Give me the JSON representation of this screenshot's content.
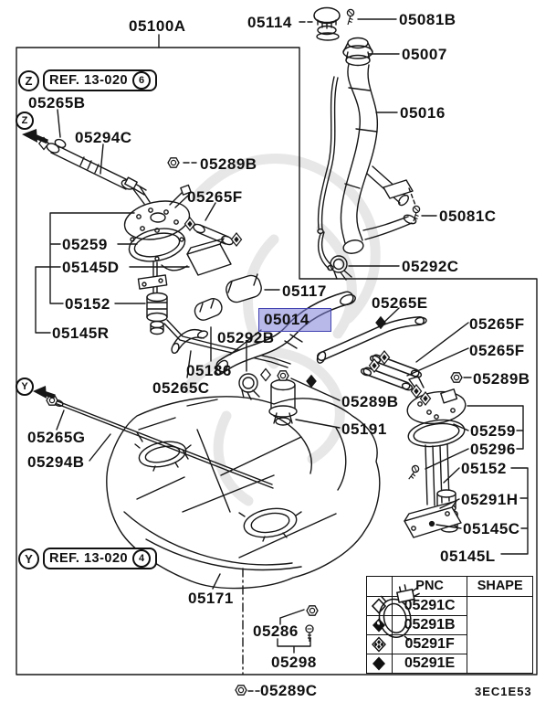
{
  "page": {
    "diagram_code": "3EC1E53"
  },
  "highlight": {
    "selected_part": "05014",
    "fill": "#9d9dde",
    "border": "#4343b2"
  },
  "ref_boxes": {
    "z": {
      "letter": "Z",
      "text": "REF. 13-020",
      "number": "6"
    },
    "y": {
      "letter": "Y",
      "text": "REF. 13-020",
      "number": "4"
    }
  },
  "labels": {
    "05100A": "05100A",
    "05114": "05114",
    "05081B": "05081B",
    "05007": "05007",
    "05016": "05016",
    "05081C": "05081C",
    "05292C": "05292C",
    "05265B": "05265B",
    "05294C": "05294C",
    "05289B_top": "05289B",
    "05265F_top": "05265F",
    "05259_left": "05259",
    "05145D": "05145D",
    "05152_left": "05152",
    "05145R": "05145R",
    "05117": "05117",
    "05014": "05014",
    "05265E": "05265E",
    "05292B": "05292B",
    "05186": "05186",
    "05265C": "05265C",
    "05289B_mid": "05289B",
    "05191": "05191",
    "05265F_right_upper": "05265F",
    "05265F_right_lower": "05265F",
    "05289B_right": "05289B",
    "05259_right": "05259",
    "05296": "05296",
    "05152_right": "05152",
    "05291H": "05291H",
    "05145C": "05145C",
    "05145L": "05145L",
    "05265G": "05265G",
    "05294B": "05294B",
    "05171": "05171",
    "05286": "05286",
    "05298": "05298",
    "05289C": "05289C"
  },
  "table": {
    "headers": {
      "symbol": "",
      "pnc": "PNC",
      "shape": "SHAPE"
    },
    "rows": [
      {
        "symbol": "diamond-outline",
        "pnc": "05291C"
      },
      {
        "symbol": "diamond-filled-dot",
        "pnc": "05291B"
      },
      {
        "symbol": "diamond-quad",
        "pnc": "05291F"
      },
      {
        "symbol": "diamond-filled",
        "pnc": "05291E"
      }
    ]
  }
}
